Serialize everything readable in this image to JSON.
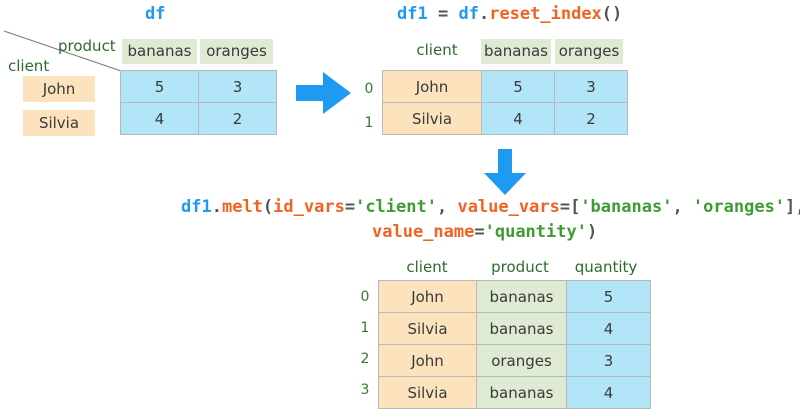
{
  "title_df": "df",
  "code_reset_index": [
    {
      "t": "df1",
      "c": "blue"
    },
    {
      "t": " ",
      "c": "gray"
    },
    {
      "t": "=",
      "c": "gray"
    },
    {
      "t": " ",
      "c": "gray"
    },
    {
      "t": "df",
      "c": "blue"
    },
    {
      "t": ".",
      "c": "gray"
    },
    {
      "t": "reset_index",
      "c": "orange"
    },
    {
      "t": "()",
      "c": "gray"
    }
  ],
  "code_melt_line1": [
    {
      "t": "df1",
      "c": "blue"
    },
    {
      "t": ".",
      "c": "gray"
    },
    {
      "t": "melt",
      "c": "orange"
    },
    {
      "t": "(",
      "c": "gray"
    },
    {
      "t": "id_vars",
      "c": "orange"
    },
    {
      "t": "=",
      "c": "gray"
    },
    {
      "t": "'client'",
      "c": "green"
    },
    {
      "t": ", ",
      "c": "gray"
    },
    {
      "t": "value_vars",
      "c": "orange"
    },
    {
      "t": "=",
      "c": "gray"
    },
    {
      "t": "[",
      "c": "gray"
    },
    {
      "t": "'bananas'",
      "c": "green"
    },
    {
      "t": ", ",
      "c": "gray"
    },
    {
      "t": "'oranges'",
      "c": "green"
    },
    {
      "t": "]",
      "c": "gray"
    },
    {
      "t": ",",
      "c": "gray"
    }
  ],
  "code_melt_line2": [
    {
      "t": "value_name",
      "c": "orange"
    },
    {
      "t": "=",
      "c": "gray"
    },
    {
      "t": "'quantity'",
      "c": "green"
    },
    {
      "t": ")",
      "c": "gray"
    }
  ],
  "table_df": {
    "corner_row_label": "client",
    "corner_col_label": "product",
    "columns": [
      "bananas",
      "oranges"
    ],
    "index": [
      "John",
      "Silvia"
    ],
    "rows": [
      [
        "5",
        "3"
      ],
      [
        "4",
        "2"
      ]
    ]
  },
  "table_df1": {
    "columns": [
      "client",
      "bananas",
      "oranges"
    ],
    "index": [
      "0",
      "1"
    ],
    "rows": [
      [
        "John",
        "5",
        "3"
      ],
      [
        "Silvia",
        "4",
        "2"
      ]
    ]
  },
  "table_melted": {
    "columns": [
      "client",
      "product",
      "quantity"
    ],
    "index": [
      "0",
      "1",
      "2",
      "3"
    ],
    "rows": [
      [
        "John",
        "bananas",
        "5"
      ],
      [
        "Silvia",
        "bananas",
        "4"
      ],
      [
        "John",
        "oranges",
        "3"
      ],
      [
        "Silvia",
        "bananas",
        "4"
      ]
    ]
  },
  "colors": {
    "accent_blue": "#1e9bf0",
    "accent_orange": "#f26322",
    "accent_green": "#3f9c35",
    "cell_blue": "#b3e5f8",
    "cell_green": "#dfead2",
    "cell_orange": "#fce3bd",
    "border": "#b9b9b9"
  },
  "arrows": {
    "right_arrow": "arrow-right-icon",
    "down_arrow": "arrow-down-icon"
  }
}
